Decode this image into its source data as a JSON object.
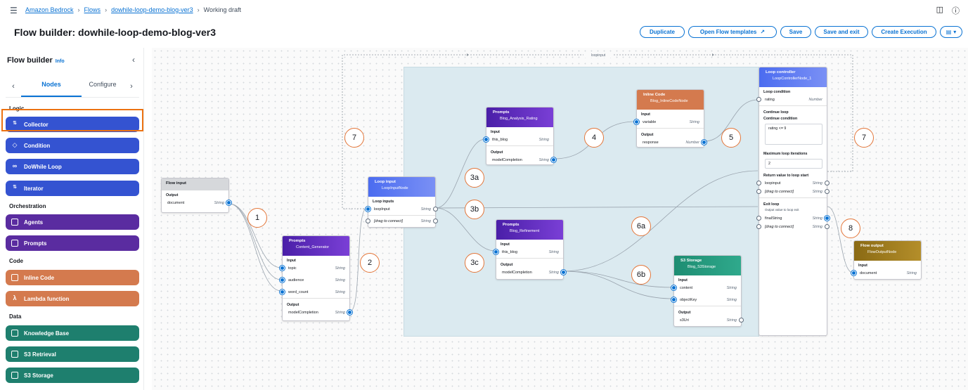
{
  "breadcrumb": {
    "items": [
      "Amazon Bedrock",
      "Flows",
      "dowhile-loop-demo-blog-ver3"
    ],
    "current": "Working draft"
  },
  "header": {
    "title": "Flow builder: dowhile-loop-demo-blog-ver3",
    "actions": [
      "Duplicate",
      "Open Flow templates",
      "Save",
      "Save and exit",
      "Create Execution"
    ]
  },
  "sidebar": {
    "title": "Flow builder",
    "info": "Info",
    "tabs": [
      "Nodes",
      "Configure"
    ],
    "sections": {
      "logic": "Logic",
      "orchestration": "Orchestration",
      "code": "Code",
      "data": "Data"
    },
    "items": {
      "collector": "Collector",
      "condition": "Condition",
      "dowhile": "DoWhile Loop",
      "iterator": "Iterator",
      "agents": "Agents",
      "prompts": "Prompts",
      "inline_code": "Inline Code",
      "lambda": "Lambda function",
      "kb": "Knowledge Base",
      "s3_retrieval": "S3 Retrieval",
      "s3_storage": "S3 Storage"
    }
  },
  "colors": {
    "logic": "#3453d1",
    "orchestration": "#5a2ca0",
    "code": "#d47a4e",
    "data": "#1e7f6e",
    "highlight": "#ec7211",
    "accent": "#0972d3"
  },
  "canvas": {
    "loop_edge_label": "loopinput",
    "nodes": {
      "flow_input": {
        "kind": "Flow input",
        "out_label": "Output",
        "out_name": "document",
        "out_type": "String"
      },
      "content_gen": {
        "kind": "Prompts",
        "name": "Content_Generator",
        "in_label": "Input",
        "inputs": [
          {
            "n": "topic",
            "t": "String"
          },
          {
            "n": "audience",
            "t": "String"
          },
          {
            "n": "word_count",
            "t": "String"
          }
        ],
        "out_label": "Output",
        "out_name": "modelCompletion",
        "out_type": "String"
      },
      "loop_input": {
        "kind": "Loop input",
        "name": "LoopInputNode",
        "in_label": "Loop inputs",
        "in1": "loopInput",
        "in1_t": "String",
        "in2": "[drag to connect]",
        "in2_t": "String"
      },
      "analysis": {
        "kind": "Prompts",
        "name": "Blog_Analysis_Rating",
        "in_label": "Input",
        "in_name": "this_blog",
        "in_type": "String",
        "out_label": "Output",
        "out_name": "modelCompletion",
        "out_type": "String"
      },
      "refinement": {
        "kind": "Prompts",
        "name": "Blog_Refinement",
        "in_label": "Input",
        "in_name": "this_blog",
        "in_type": "String",
        "out_label": "Output",
        "out_name": "modelCompletion",
        "out_type": "String"
      },
      "inline": {
        "kind": "Inline Code",
        "name": "Blog_InlineCodeNode",
        "in_label": "Input",
        "in_name": "variable",
        "in_type": "String",
        "out_label": "Output",
        "out_name": "response",
        "out_type": "Number"
      },
      "s3": {
        "kind": "S3 Storage",
        "name": "Blog_S3Storage",
        "in_label": "Input",
        "in1": "content",
        "in1_t": "String",
        "in2": "objectKey",
        "in2_t": "String",
        "out_label": "Output",
        "out_name": "s3Uri",
        "out_type": "String"
      },
      "controller": {
        "kind": "Loop controller",
        "name": "LoopControllerNode_1",
        "cond_label": "Loop condition",
        "cond_name": "rating",
        "cond_type": "Number",
        "cont_loop": "Continue loop",
        "cont_cond": "Continue condition",
        "cont_value": "rating <= 9",
        "max_label": "Maximum loop iterations",
        "max_value": "2",
        "ret_label": "Return value to loop start",
        "ret1": "loopinput",
        "ret1_t": "String",
        "ret2": "[drag to connect]",
        "ret2_t": "String",
        "exit_label": "Exit loop",
        "exit_note": "Output value to loop exit",
        "exit1": "finalString",
        "exit1_t": "String",
        "exit2": "[drag to connect]",
        "exit2_t": "String"
      },
      "flow_output": {
        "kind": "Flow output",
        "name": "FlowOutputNode",
        "in_label": "Input",
        "in_name": "document",
        "in_type": "String"
      }
    },
    "callouts": [
      "1",
      "2",
      "3a",
      "3b",
      "3c",
      "4",
      "5",
      "6a",
      "6b",
      "7",
      "7",
      "8"
    ]
  }
}
